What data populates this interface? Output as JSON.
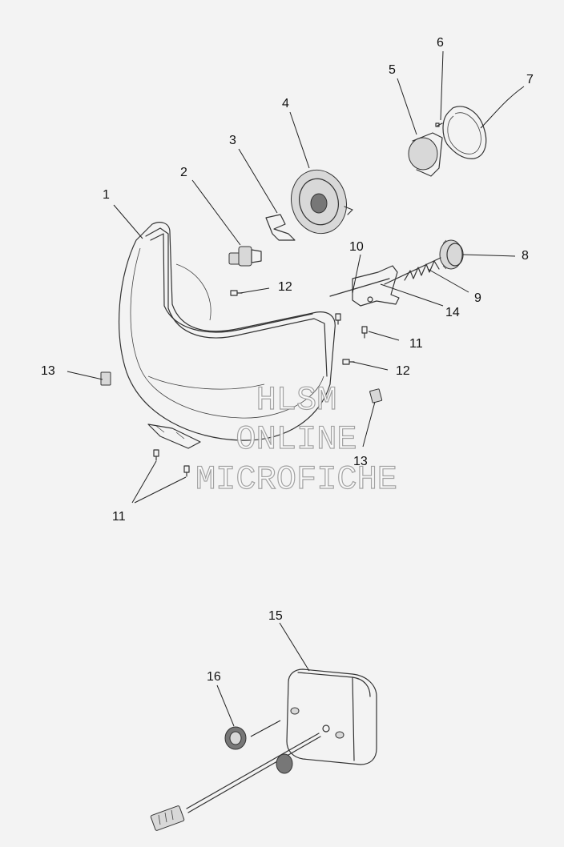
{
  "callouts": {
    "c1": "1",
    "c2": "2",
    "c3": "3",
    "c4": "4",
    "c5": "5",
    "c6": "6",
    "c7": "7",
    "c8": "8",
    "c9": "9",
    "c10": "10",
    "c11a": "11",
    "c11b": "11",
    "c12a": "12",
    "c12b": "12",
    "c13a": "13",
    "c13b": "13",
    "c14": "14",
    "c15": "15",
    "c16": "16"
  },
  "watermark": {
    "line1": "HLSM",
    "line2": "ONLINE",
    "line3": "MICROFICHE"
  }
}
